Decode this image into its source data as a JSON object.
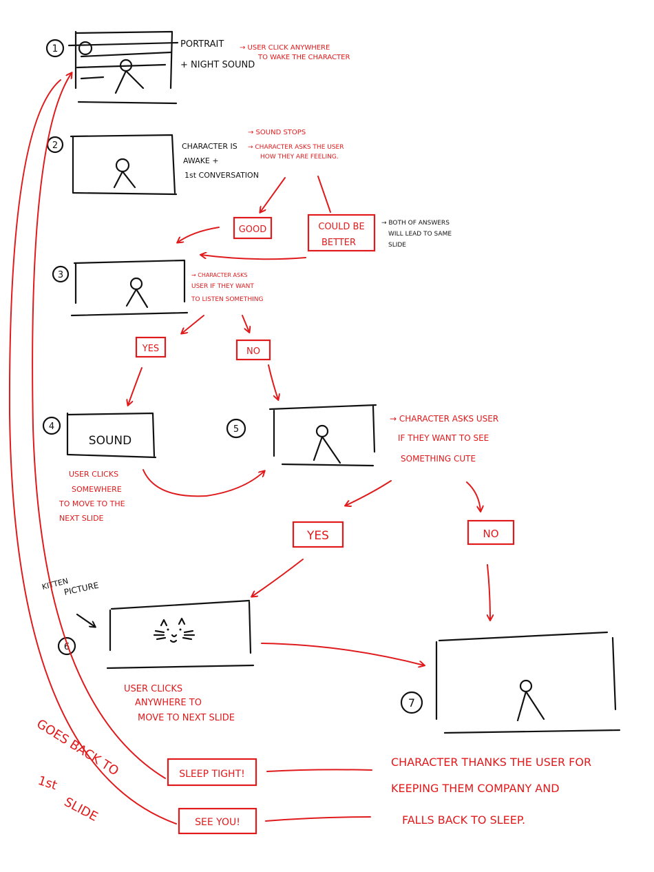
{
  "colors": {
    "ink": "#111111",
    "pen": "#e0191b",
    "paper": "#ffffff"
  },
  "step1": {
    "number": "1",
    "note_line1": "PORTRAIT",
    "note_line2": "+ NIGHT SOUND",
    "action_line1": "→ USER CLICK ANYWHERE",
    "action_line2": "TO WAKE THE CHARACTER"
  },
  "step2": {
    "number": "2",
    "note_line1": "CHARACTER IS",
    "note_line2": "AWAKE +",
    "note_line3": "1st CONVERSATION",
    "action1": "→ SOUND STOPS",
    "action2_line1": "→ CHARACTER ASKS THE USER",
    "action2_line2": "HOW THEY ARE FEELING."
  },
  "answers_feeling": {
    "good": "GOOD",
    "better_line1": "COULD BE",
    "better_line2": "BETTER",
    "note_line1": "→ BOTH OF ANSWERS",
    "note_line2": "WILL LEAD TO SAME",
    "note_line3": "SLIDE"
  },
  "step3": {
    "number": "3",
    "action_line1": "→ CHARACTER ASKS",
    "action_line2": "USER IF THEY WANT",
    "action_line3": "TO LISTEN SOMETHING"
  },
  "answers_listen": {
    "yes": "YES",
    "no": "NO"
  },
  "step4": {
    "number": "4",
    "screen_text": "SOUND",
    "action_line1": "USER CLICKS",
    "action_line2": "SOMEWHERE",
    "action_line3": "TO MOVE TO THE",
    "action_line4": "NEXT SLIDE"
  },
  "step5": {
    "number": "5",
    "action_line1": "→ CHARACTER ASKS USER",
    "action_line2": "IF THEY WANT TO SEE",
    "action_line3": "SOMETHING CUTE"
  },
  "answers_cute": {
    "yes": "YES",
    "no": "NO"
  },
  "step6": {
    "number": "6",
    "label_line1": "KITTEN",
    "label_line2": "PICTURE",
    "action_line1": "USER CLICKS",
    "action_line2": "ANYWHERE TO",
    "action_line3": "MOVE TO NEXT SLIDE"
  },
  "step7": {
    "number": "7"
  },
  "ending": {
    "sleep_tight": "SLEEP TIGHT!",
    "see_you": "SEE YOU!",
    "note_line1": "CHARACTER THANKS THE USER FOR",
    "note_line2": "KEEPING THEM COMPANY AND",
    "note_line3": "FALLS BACK TO SLEEP."
  },
  "loop": {
    "line1": "GOES BACK TO",
    "line2": "1st",
    "line3": "SLIDE"
  }
}
